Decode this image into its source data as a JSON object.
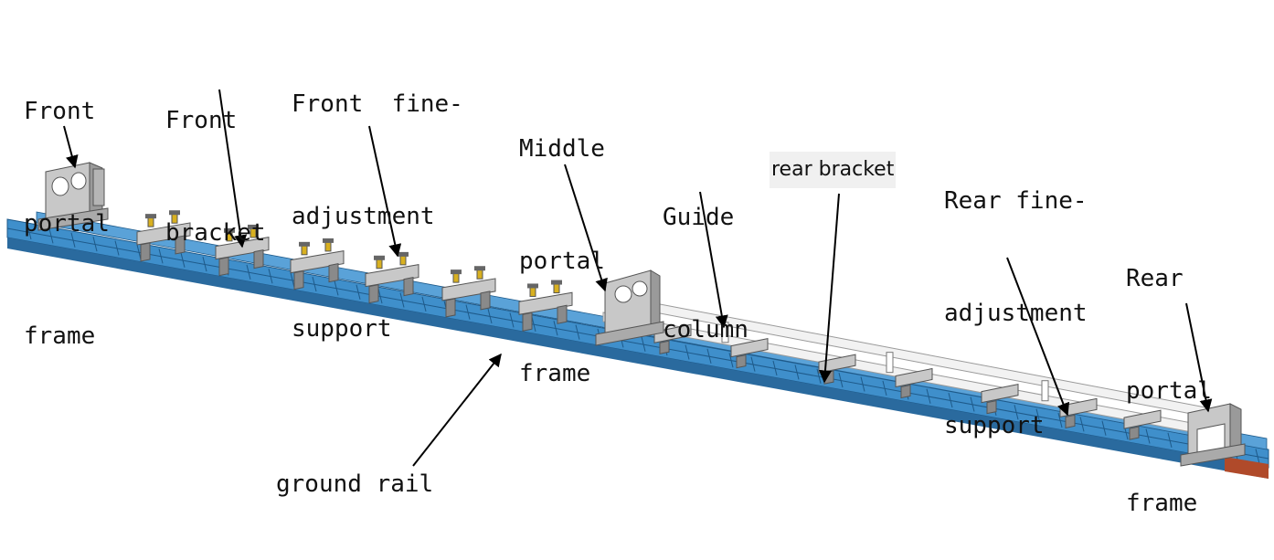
{
  "labels": {
    "front_portal_frame": [
      "Front",
      "portal",
      "frame"
    ],
    "front_bracket": [
      "Front",
      "bracket"
    ],
    "front_fine_adjustment_support": [
      "Front  fine-",
      "adjustment",
      "support"
    ],
    "middle_portal_frame": [
      "Middle",
      "portal",
      "frame"
    ],
    "guide_column": [
      "Guide",
      "column"
    ],
    "rear_bracket": "rear bracket",
    "rear_fine_adjustment_support": [
      "Rear fine-",
      "adjustment",
      "support"
    ],
    "rear_portal_frame": [
      "Rear",
      "portal",
      "frame"
    ],
    "ground_rail": "ground rail"
  },
  "colors": {
    "rail": "#3f8fcb",
    "rail_dark": "#2a6a9e",
    "rail_end": "#b04a2a",
    "steel": "#c8c8c8",
    "steel_dark": "#8a8a8a",
    "guide_rod": "#eeeeee",
    "bolt": "#d8b020",
    "arrow": "#000000"
  }
}
